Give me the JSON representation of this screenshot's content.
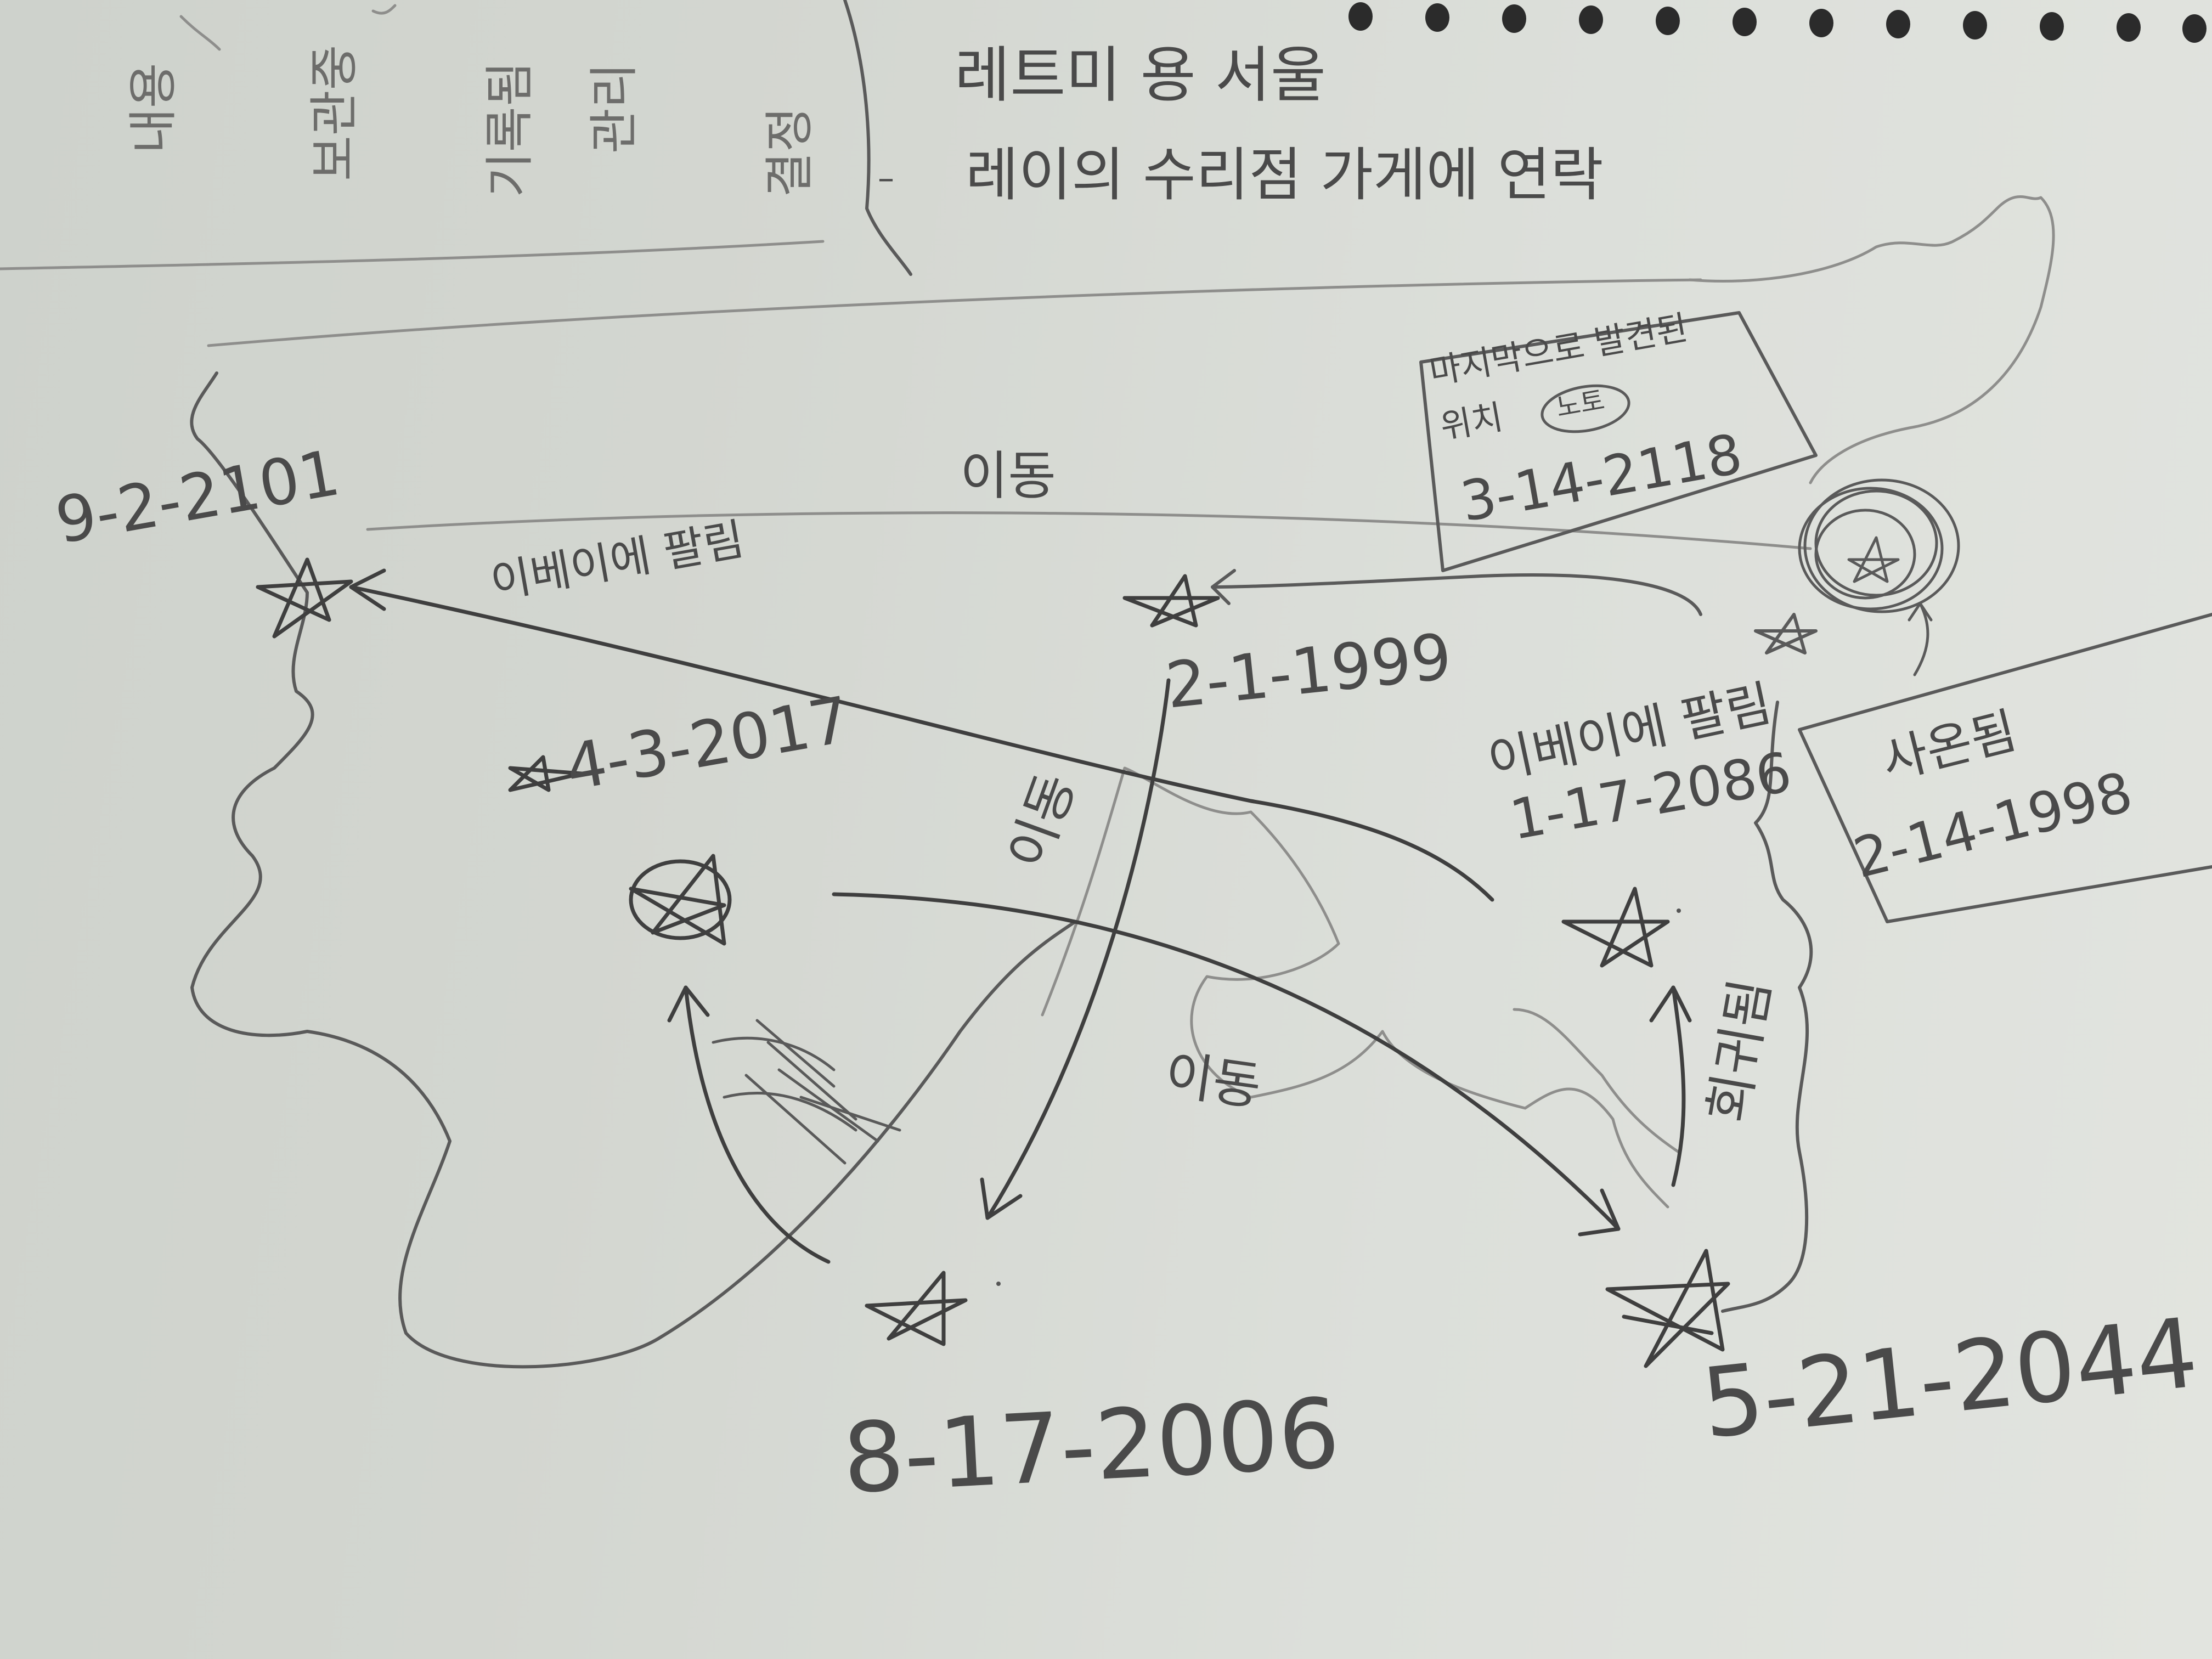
{
  "notes": {
    "top_line_1": "레트미 용 서울",
    "top_line_2": "레이의 수리점 가게에 연락"
  },
  "labels": {
    "date_north_west": "9-2-2101",
    "date_2017": "4-3-2017",
    "date_1999": "2-1-1999",
    "date_2006": "8-17-2006",
    "date_2044": "5-21-2044",
    "date_2086": "1-17-2086",
    "sold_on_ebay_1": "이베이에 팔림",
    "sold_on_ebay_2": "이베이에 팔림",
    "move_1": "이동",
    "move_2": "이동",
    "move_3": "이동",
    "box_last_seen_line_1": "마지막으로 발견된",
    "box_last_seen_line_2": "위치",
    "box_last_seen_circled": "노토",
    "box_last_seen_date": "3-14-2118",
    "box_death_label": "사온됨",
    "box_death_date": "2-14-1998",
    "return_label": "회귀됨"
  },
  "icons": {
    "marker": "pentagram-icon",
    "scribble": "scribbled-circle-icon"
  },
  "colors": {
    "paper": "#dcdfda",
    "pencil": "#4a4a4a",
    "binding": "#2b2b2b"
  }
}
